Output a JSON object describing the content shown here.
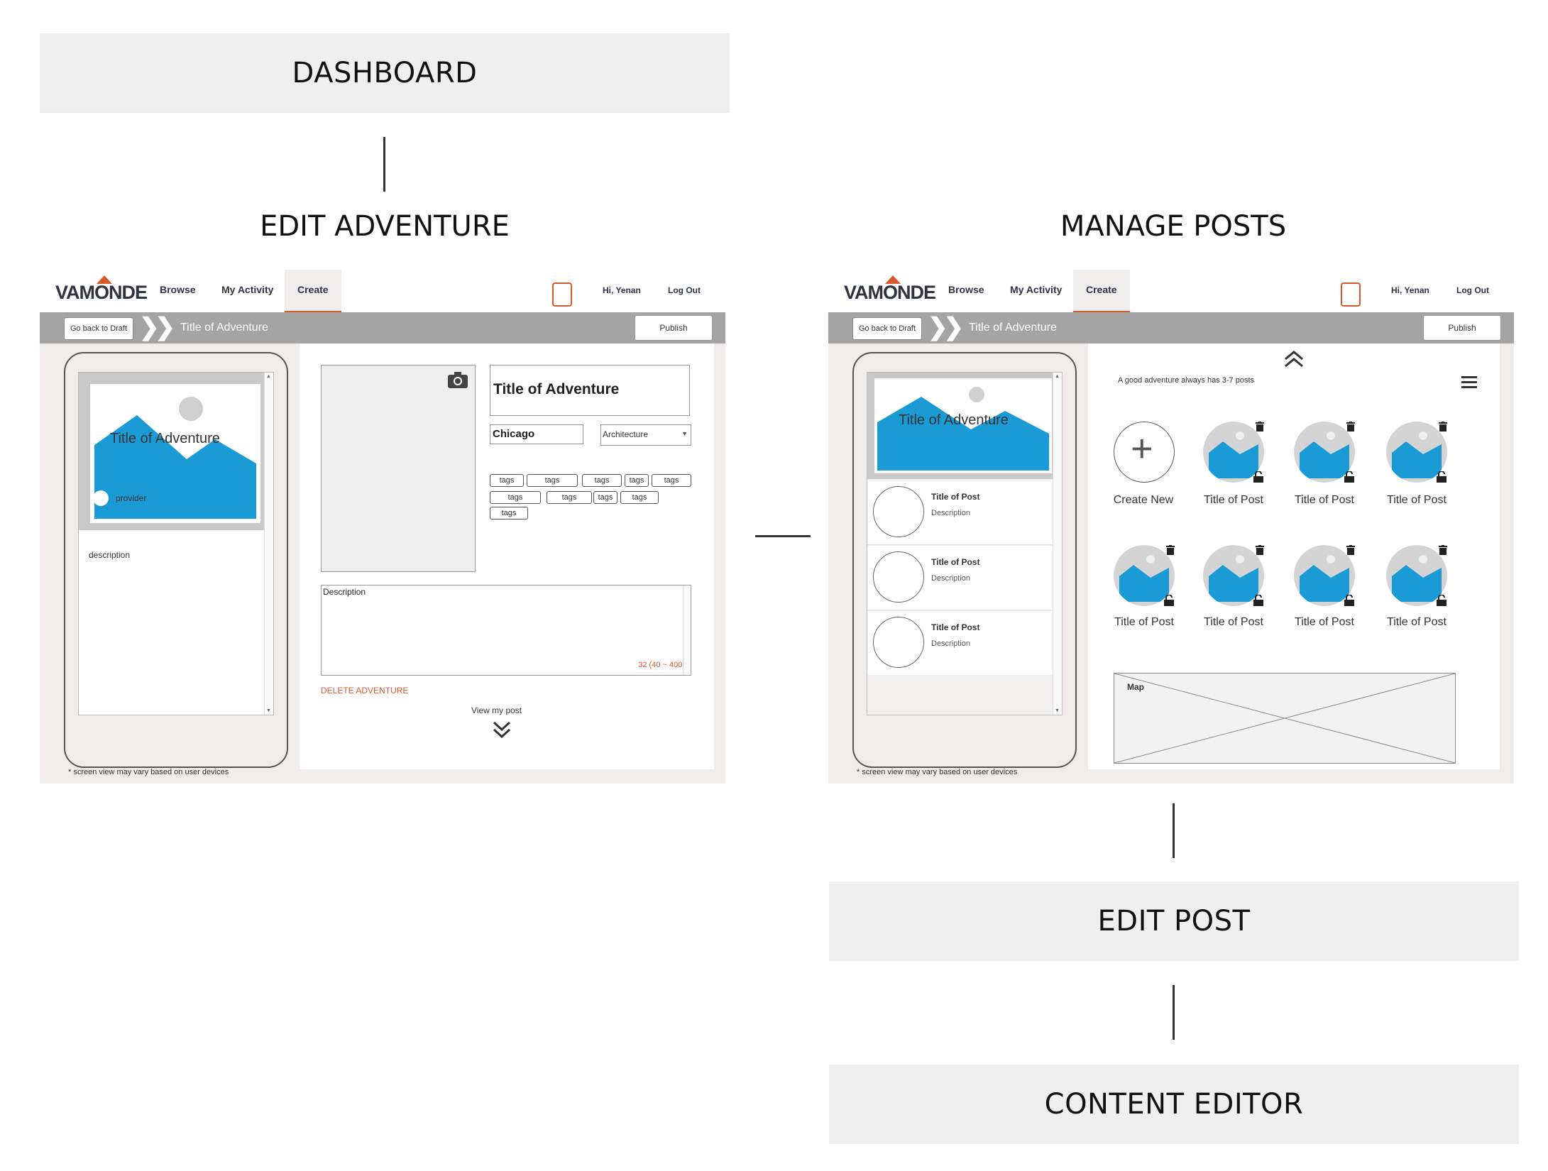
{
  "flow": {
    "dashboard": "DASHBOARD",
    "edit_adventure": "EDIT ADVENTURE",
    "manage_posts": "MANAGE POSTS",
    "edit_post": "EDIT POST",
    "content_editor": "CONTENT EDITOR"
  },
  "nav": {
    "logo": "VAMONDE",
    "browse": "Browse",
    "my_activity": "My Activity",
    "create": "Create",
    "greeting": "Hi, Yenan",
    "logout": "Log Out"
  },
  "toolbar": {
    "back": "Go back to Draft",
    "title": "Title of Adventure",
    "publish": "Publish"
  },
  "footnote": "* screen view may vary based on user devices",
  "edit_adventure": {
    "preview_title": "Title of Adventure",
    "preview_provider": "provider",
    "preview_description": "description",
    "title_value": "Title of Adventure",
    "city_value": "Chicago",
    "category_value": "Architecture",
    "tags": [
      "tags",
      "tags",
      "tags",
      "tags",
      "tags",
      "tags",
      "tags",
      "tags",
      "tags",
      "tags"
    ],
    "description_label": "Description",
    "char_count": "32 (40 ~ 400)",
    "delete": "DELETE ADVENTURE",
    "view_post": "View my post"
  },
  "manage_posts": {
    "preview_title": "Title of Adventure",
    "list_items": [
      {
        "title": "Title of Post",
        "desc": "Description"
      },
      {
        "title": "Title of Post",
        "desc": "Description"
      },
      {
        "title": "Title of Post",
        "desc": "Description"
      }
    ],
    "hint": "A good adventure always has 3-7 posts",
    "create_new": "Create New",
    "post_label": "Title of Post",
    "map_label": "Map"
  },
  "colors": {
    "accent": "#d45a2f",
    "mountain": "#1a9bd6",
    "box_bg": "#efefef"
  }
}
